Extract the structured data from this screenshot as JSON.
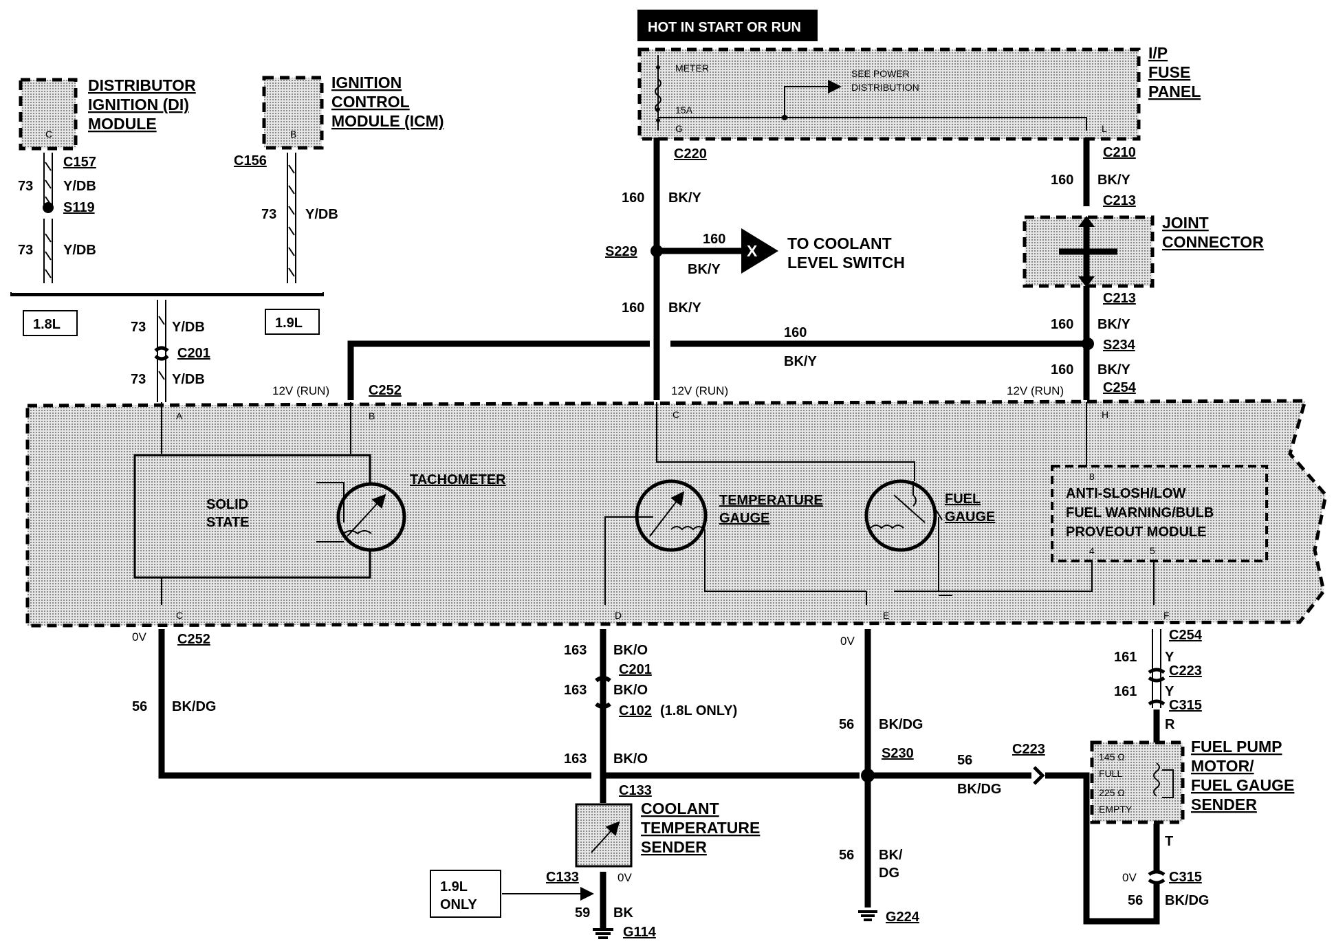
{
  "hot_banner": "HOT IN START OR RUN",
  "fuse_panel": {
    "title": [
      "I/P",
      "FUSE",
      "PANEL"
    ],
    "meter": "METER",
    "fuse": "15A",
    "see_power": [
      "SEE POWER",
      "DISTRIBUTION"
    ],
    "pin_g": "G",
    "pin_l": "L"
  },
  "di_module": {
    "title": [
      "DISTRIBUTOR",
      "IGNITION (DI)",
      "MODULE"
    ],
    "pin": "C"
  },
  "icm_module": {
    "title": [
      "IGNITION",
      "CONTROL",
      "MODULE (ICM)"
    ],
    "pin": "B"
  },
  "joint_connector": [
    "JOINT",
    "CONNECTOR"
  ],
  "coolant_level": [
    "TO COOLANT",
    "LEVEL SWITCH"
  ],
  "x_mark": "X",
  "engine_1_8": "1.8L",
  "engine_1_9": "1.9L",
  "only_1_9": [
    "1.9L",
    "ONLY"
  ],
  "cluster": {
    "solid_state": [
      "SOLID",
      "STATE"
    ],
    "tachometer": "TACHOMETER",
    "temperature_gauge": [
      "TEMPERATURE",
      "GAUGE"
    ],
    "fuel_gauge": [
      "FUEL",
      "GAUGE"
    ],
    "antislosh": [
      "ANTI-SLOSH/LOW",
      "FUEL WARNING/BULB",
      "PROVEOUT MODULE"
    ],
    "run_12v": "12V (RUN)",
    "pins": [
      "A",
      "B",
      "C",
      "H",
      "C",
      "D",
      "E",
      "F"
    ],
    "module_pins": [
      "8",
      "4",
      "5"
    ]
  },
  "connectors": {
    "c157": "C157",
    "c156": "C156",
    "c201": "C201",
    "c252": "C252",
    "c220": "C220",
    "c210": "C210",
    "c213": "C213",
    "c254": "C254",
    "c223": "C223",
    "c315": "C315",
    "c102": "C102",
    "c102_note": "(1.8L ONLY)",
    "c133": "C133"
  },
  "splices": {
    "s119": "S119",
    "s229": "S229",
    "s234": "S234",
    "s230": "S230"
  },
  "grounds": {
    "g114": "G114",
    "g224": "G224"
  },
  "voltage_0v": "0V",
  "wires": {
    "c73": "73",
    "ydb": "Y/DB",
    "c160": "160",
    "bky": "BK/Y",
    "c56": "56",
    "bkdg": "BK/DG",
    "bk_slash": "BK/",
    "dg": "DG",
    "c163": "163",
    "bko": "BK/O",
    "c161": "161",
    "y": "Y",
    "r": "R",
    "t": "T",
    "c59": "59",
    "bk": "BK"
  },
  "coolant_sender": [
    "COOLANT",
    "TEMPERATURE",
    "SENDER"
  ],
  "fuel_pump": {
    "title": [
      "FUEL PUMP",
      "MOTOR/",
      "FUEL GAUGE",
      "SENDER"
    ],
    "full_ohm": "145 Ω",
    "full": "FULL",
    "empty_ohm": "225 Ω",
    "empty": "EMPTY"
  }
}
